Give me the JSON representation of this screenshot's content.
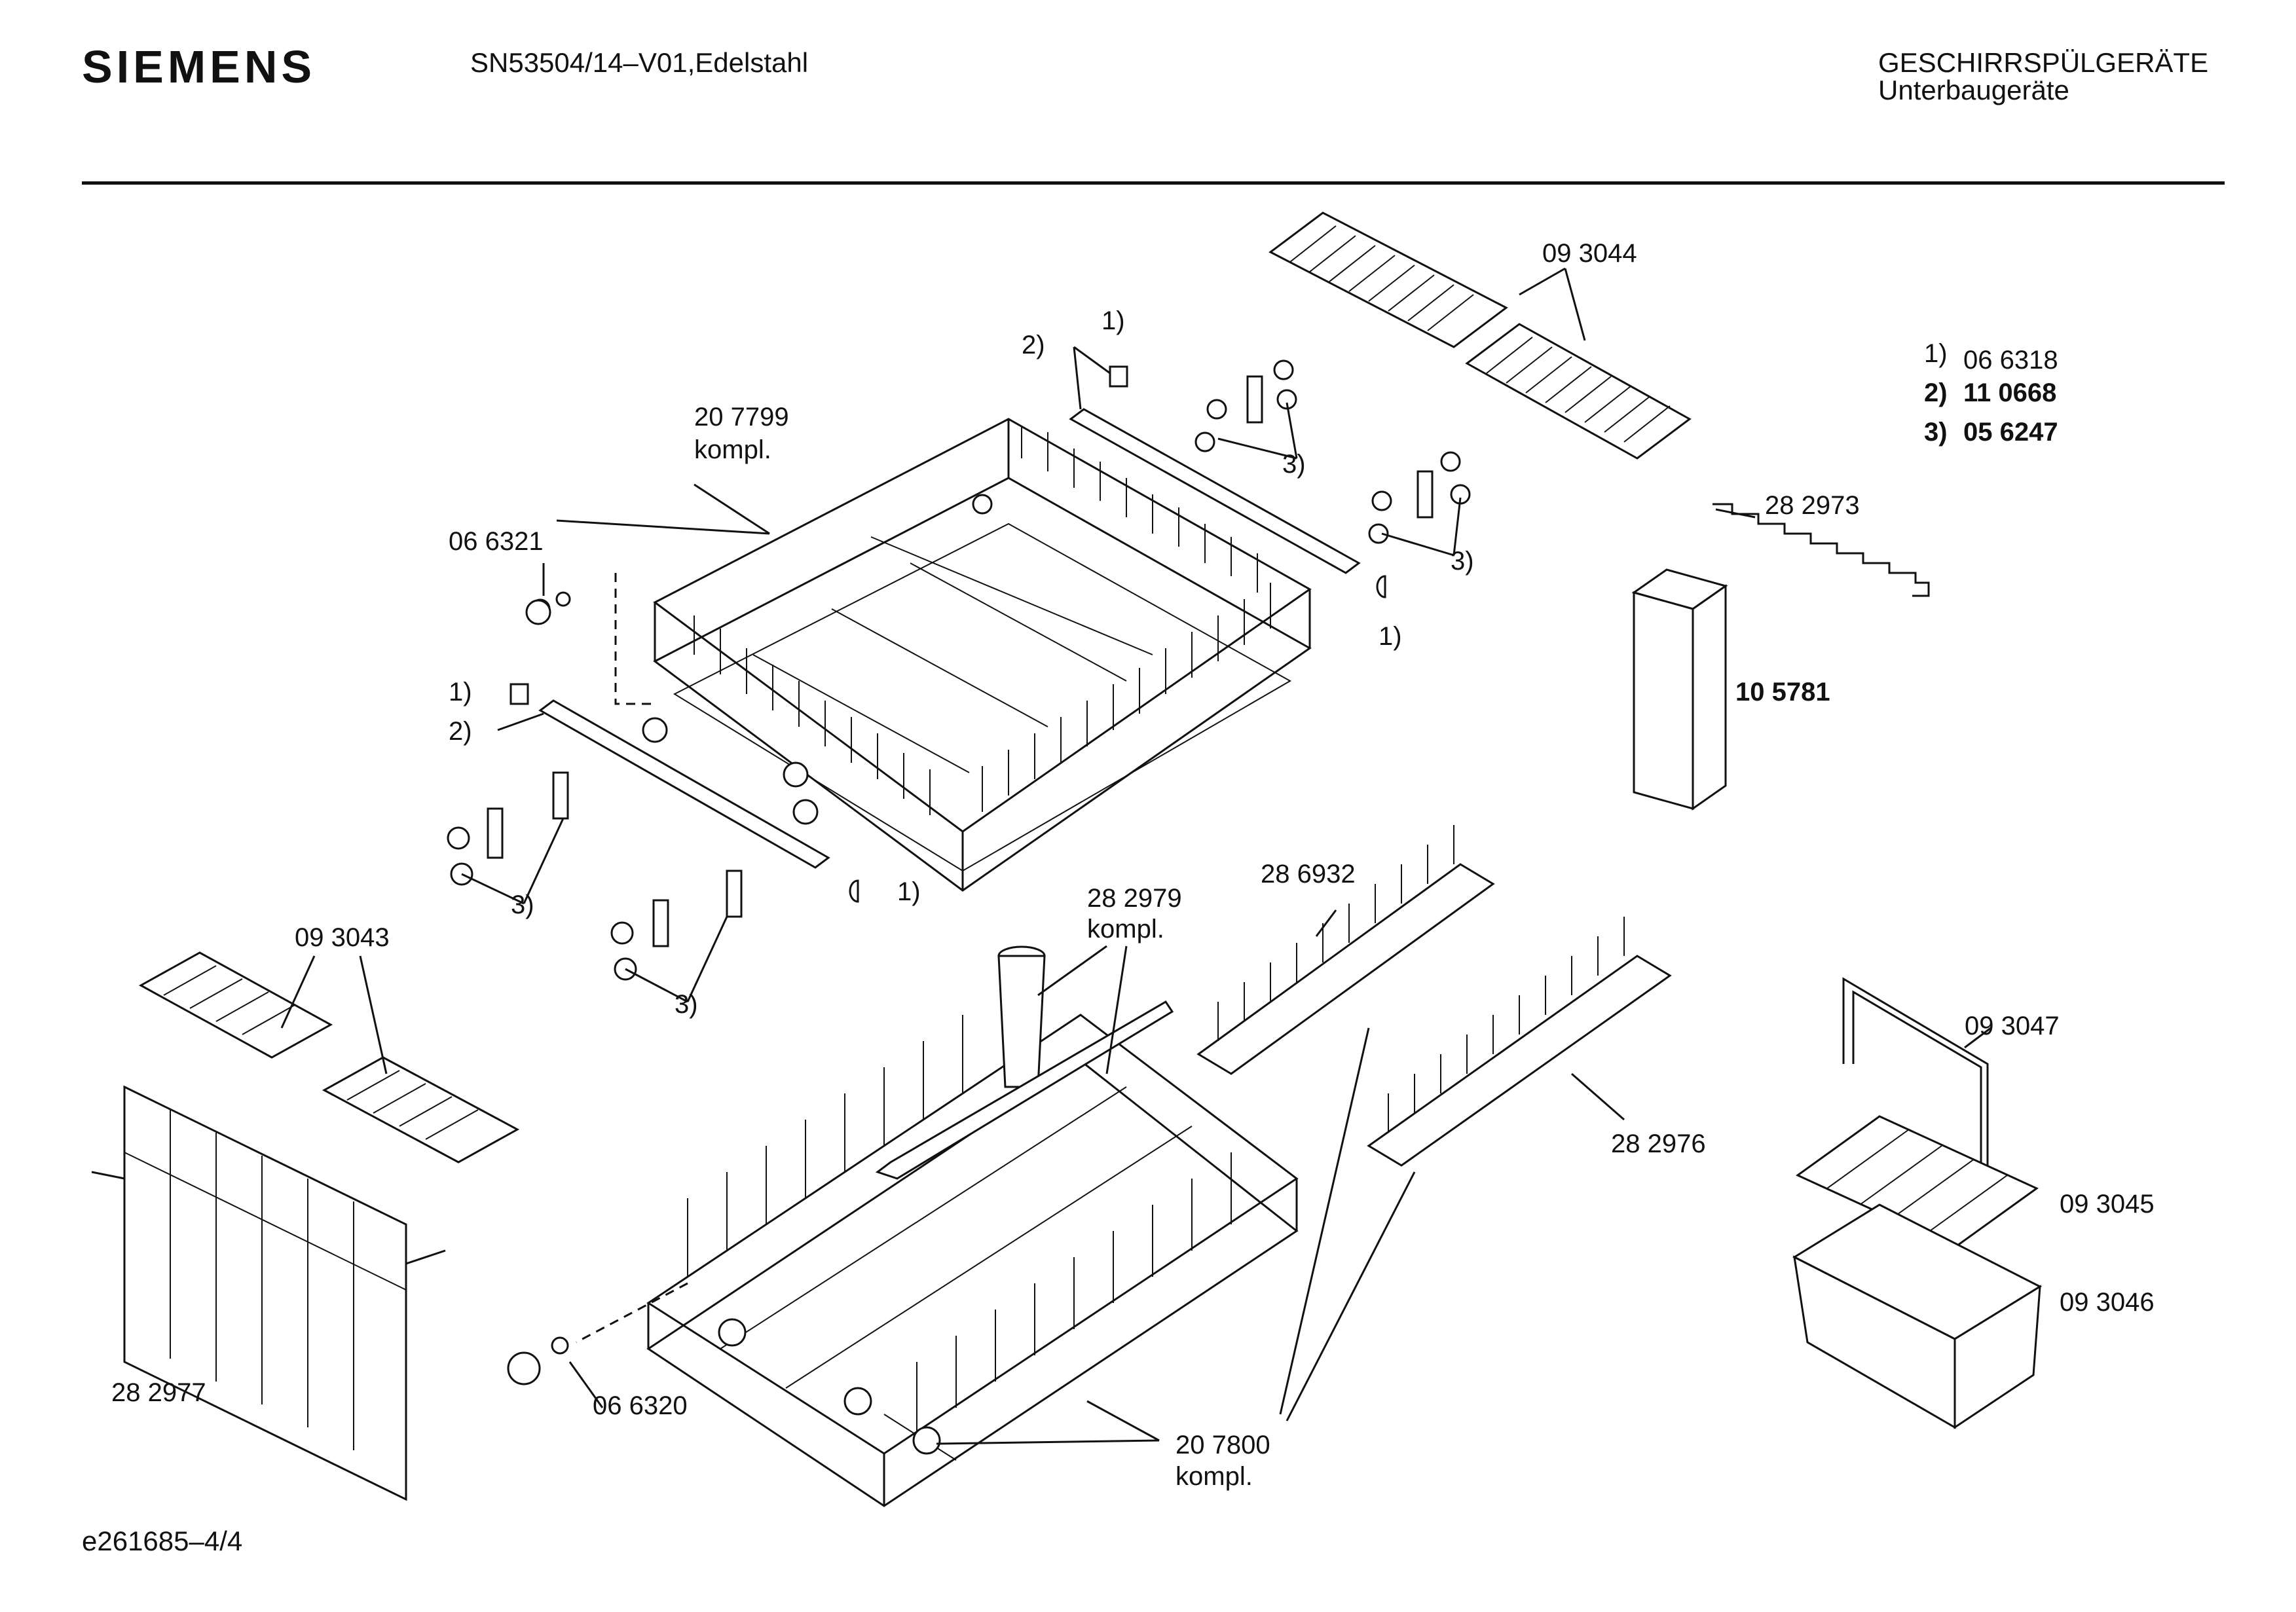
{
  "header": {
    "brand": "SIEMENS",
    "model": "SN53504/14–V01,Edelstahl",
    "category": "GESCHIRRSPÜLGERÄTE",
    "subcategory": "Unterbaugeräte"
  },
  "legend": [
    {
      "index": "1)",
      "part": "06 6318"
    },
    {
      "index": "2)",
      "part": "11 0668"
    },
    {
      "index": "3)",
      "part": "05 6247"
    }
  ],
  "callouts": {
    "upper_basket": "20 7799",
    "upper_basket_sub": "kompl.",
    "wheel_upper": "06 6321",
    "cup_rack_upper": "09 3044",
    "cup_rack_left": "09 3043",
    "folding_rack": "28 2977",
    "clip_strip": "28 2973",
    "tube": "10 5781",
    "spray_arm": "28 2979",
    "spray_arm_sub": "kompl.",
    "insert_a": "28 6932",
    "insert_b": "28 2976",
    "wheel_lower": "06 6320",
    "lower_basket": "20 7800",
    "lower_basket_sub": "kompl.",
    "handle": "09 3047",
    "cutlery_lid": "09 3045",
    "cutlery_basket": "09 3046",
    "ref1": "1)",
    "ref2": "2)",
    "ref3": "3)"
  },
  "footer": {
    "drawing_id": "e261685–4/4"
  }
}
